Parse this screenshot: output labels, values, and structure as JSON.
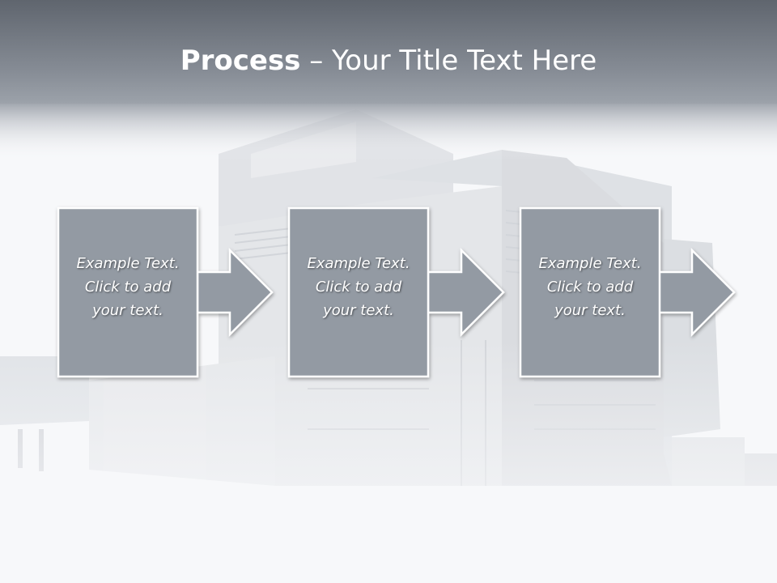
{
  "slide": {
    "title_bold": "Process",
    "title_rest": " – Your Title Text Here",
    "colors": {
      "header_top": "#606670",
      "header_bottom": "#8c929a",
      "box_fill": "#939aa3",
      "box_border": "#ffffff",
      "background": "#f7f8fa"
    },
    "steps": [
      {
        "text": "Example Text.\nClick  to add\nyour text."
      },
      {
        "text": "Example Text.\nClick  to add\nyour text."
      },
      {
        "text": "Example Text.\nClick  to add\nyour text."
      }
    ]
  }
}
